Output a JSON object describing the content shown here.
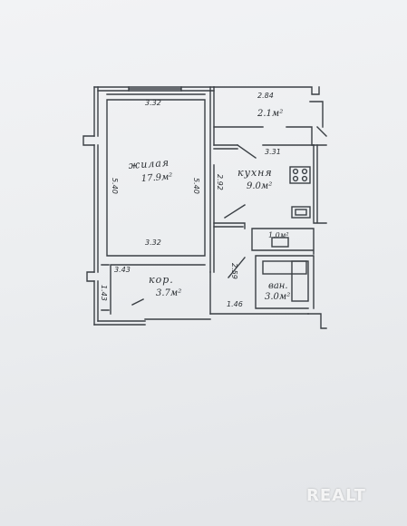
{
  "rooms": {
    "living": {
      "name": "жилая",
      "area": "17.9м²"
    },
    "kitchen": {
      "name": "кухня",
      "area": "9.0м²"
    },
    "balcony": {
      "area": "2.1м²"
    },
    "hall": {
      "name": "кор.",
      "area": "3.7м²"
    },
    "bath": {
      "name": "ван.",
      "area": "3.0м²"
    },
    "wc": {
      "area": "1.0м²"
    }
  },
  "dimensions": {
    "living_top": "3.32",
    "living_bottom": "3.32",
    "living_left": "5.40",
    "living_right": "5.40",
    "balcony_width": "2.84",
    "kitchen_width": "3.31",
    "kitchen_depth": "2.92",
    "hall_width": "3.43",
    "hall_depth": "1.43",
    "bath_side": "2.59",
    "bath_width": "1.46"
  },
  "watermark": "REALT"
}
